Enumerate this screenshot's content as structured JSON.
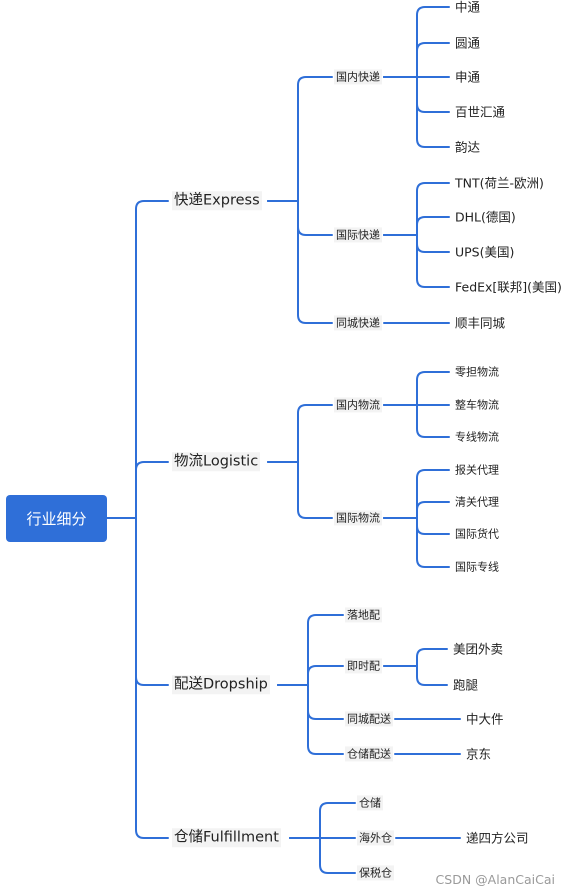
{
  "root": {
    "label": "行业细分"
  },
  "branches": [
    {
      "label": "快递Express",
      "children": [
        {
          "label": "国内快递",
          "children": [
            "中通",
            "圆通",
            "申通",
            "百世汇通",
            "韵达"
          ]
        },
        {
          "label": "国际快递",
          "children": [
            "TNT(荷兰-欧洲)",
            "DHL(德国)",
            "UPS(美国)",
            "FedEx[联邦](美国)"
          ]
        },
        {
          "label": "同城快递",
          "children": [
            "顺丰同城"
          ]
        }
      ]
    },
    {
      "label": "物流Logistic",
      "children": [
        {
          "label": "国内物流",
          "children": [
            "零担物流",
            "整车物流",
            "专线物流"
          ]
        },
        {
          "label": "国际物流",
          "children": [
            "报关代理",
            "清关代理",
            "国际货代",
            "国际专线"
          ]
        }
      ]
    },
    {
      "label": "配送Dropship",
      "children": [
        {
          "label": "落地配",
          "children": []
        },
        {
          "label": "即时配",
          "children": [
            "美团外卖",
            "跑腿"
          ]
        },
        {
          "label": "同城配送",
          "children": [
            "中大件"
          ]
        },
        {
          "label": "仓储配送",
          "children": [
            "京东"
          ]
        }
      ]
    },
    {
      "label": "仓储Fulfillment",
      "children": [
        {
          "label": "仓储",
          "children": []
        },
        {
          "label": "海外仓",
          "children": [
            "递四方公司"
          ]
        },
        {
          "label": "保税仓",
          "children": []
        }
      ]
    }
  ],
  "watermark": "CSDN @AlanCaiCai",
  "colors": {
    "line": "#2f6fd8",
    "root_bg": "#2f6fd8",
    "root_text": "#ffffff",
    "label_bg": "#f3f3f3"
  }
}
